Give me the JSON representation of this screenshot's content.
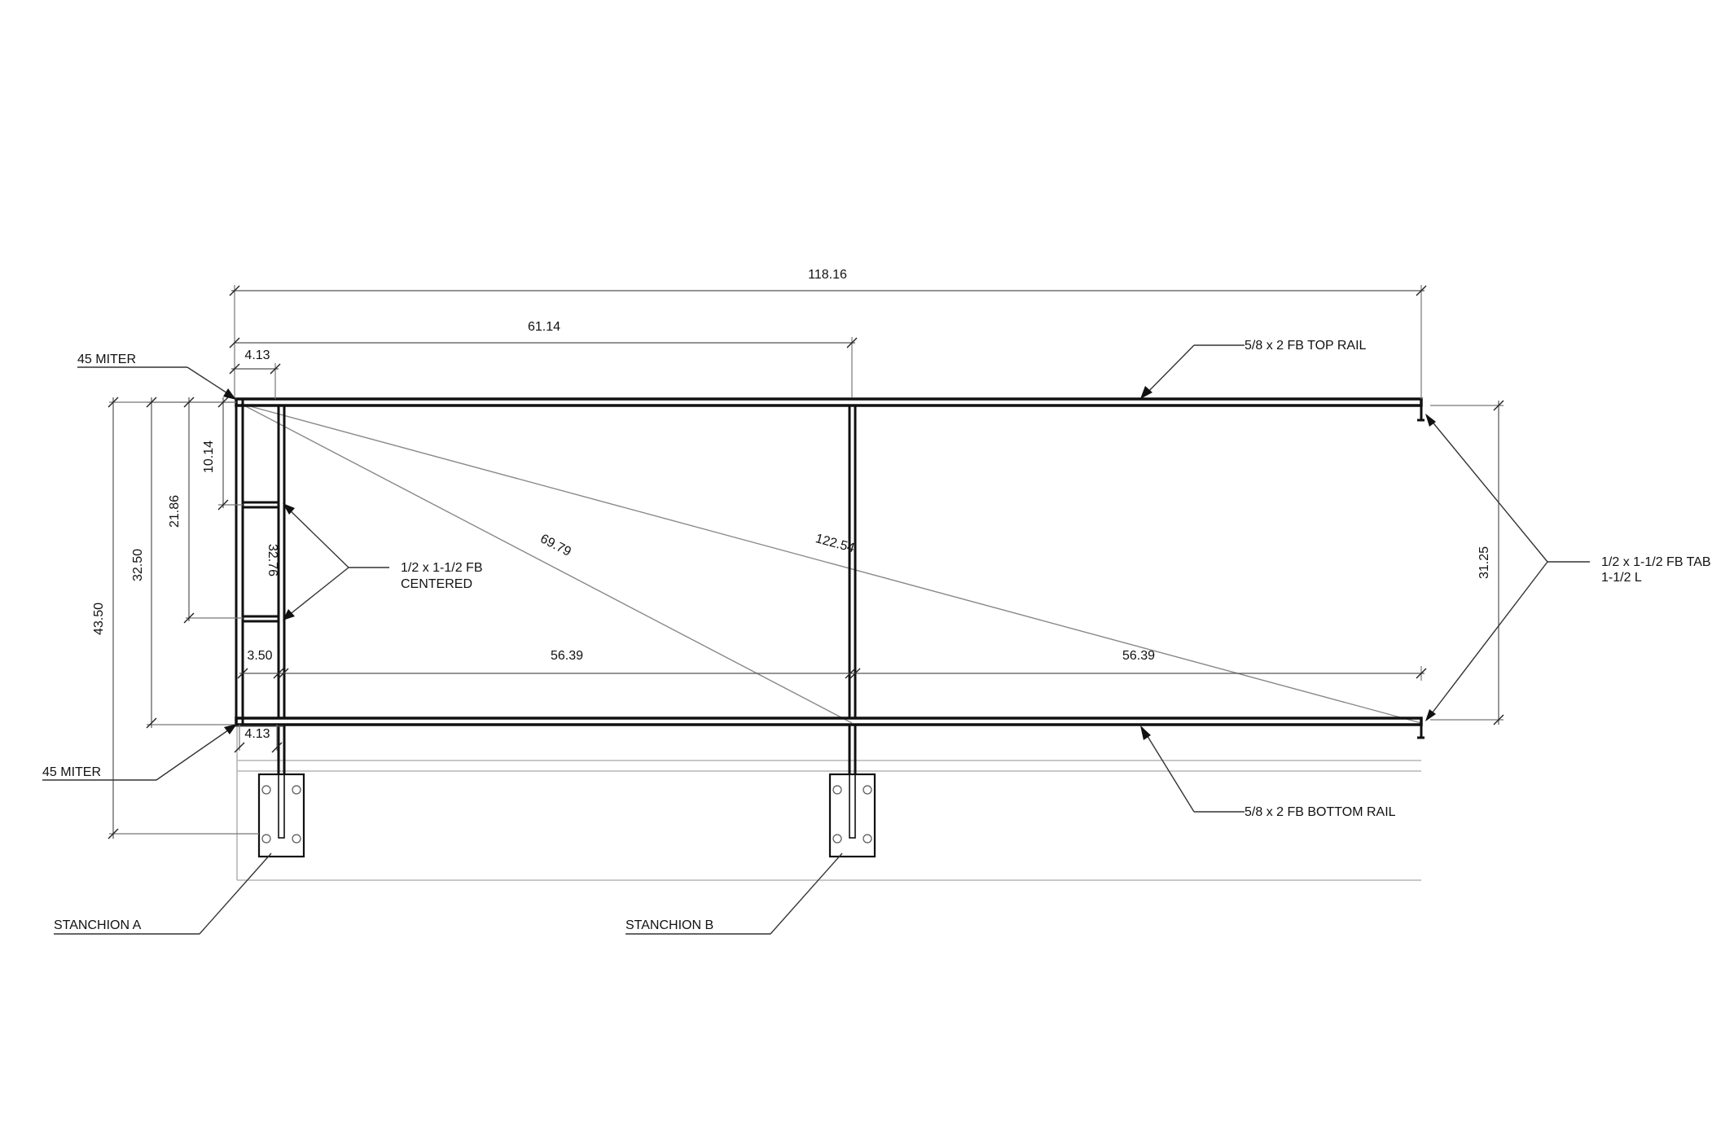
{
  "dimensions": {
    "overall_length": "118.16",
    "to_stanchion_b": "61.14",
    "end_offset_top": "4.13",
    "end_offset_bottom": "4.13",
    "bay_left": "56.39",
    "bay_right": "56.39",
    "short_span": "3.50",
    "top_to_first_bar": "10.14",
    "top_to_second_bar": "21.86",
    "rail_height": "32.50",
    "overall_height": "43.50",
    "end_post_length": "32.76",
    "diagonal_short": "69.79",
    "diagonal_long": "122.54",
    "tab_span": "31.25"
  },
  "labels": {
    "miter_top": "45 MITER",
    "miter_bottom": "45 MITER",
    "top_rail": "5/8 x 2 FB TOP RAIL",
    "bottom_rail": "5/8 x 2 FB BOTTOM RAIL",
    "infill_bar_line1": "1/2 x 1-1/2 FB",
    "infill_bar_line2": "CENTERED",
    "tab_line1": "1/2 x 1-1/2 FB TAB",
    "tab_line2": "1-1/2 L",
    "stanchion_a": "STANCHION A",
    "stanchion_b": "STANCHION B"
  }
}
